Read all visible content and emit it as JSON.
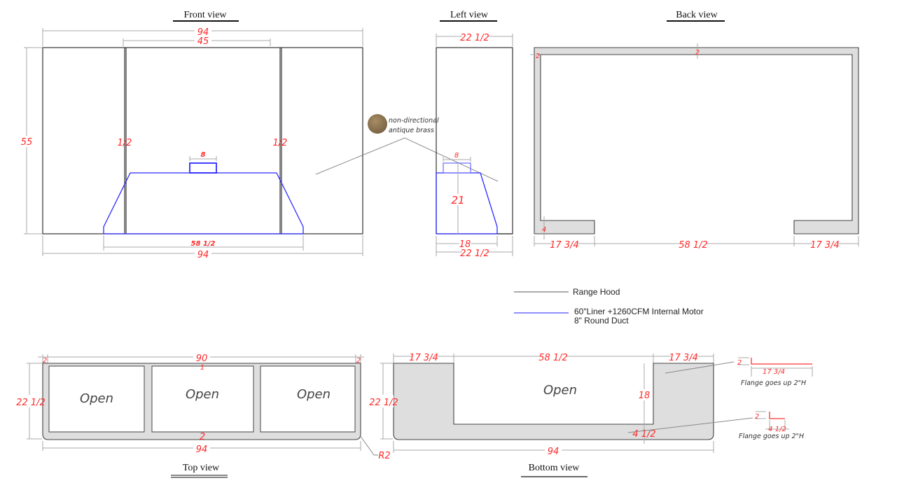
{
  "views": {
    "front": {
      "title": "Front view",
      "dims": {
        "overall_width_top": "94",
        "center_width": "45",
        "height": "55",
        "left_gap": "1/2",
        "right_gap": "1/2",
        "duct_width": "8",
        "liner_width": "58 1/2",
        "overall_width_bottom": "94"
      }
    },
    "left": {
      "title": "Left view",
      "dims": {
        "depth_top": "22 1/2",
        "duct_width": "8",
        "liner_height": "21",
        "liner_depth": "18",
        "depth_bottom": "22 1/2"
      }
    },
    "back": {
      "title": "Back view",
      "dims": {
        "side_thickness": "2",
        "top_thickness": "2",
        "bottom_flange_height": "4",
        "left_flange": "17 3/4",
        "center_opening": "58 1/2",
        "right_flange": "17 3/4"
      }
    },
    "top": {
      "title": "Top view",
      "dims": {
        "left_edge": "2",
        "inner_width": "90",
        "right_edge": "2",
        "depth": "22 1/2",
        "front_edge": "2",
        "overall_width": "94",
        "corner_radius": "R2"
      },
      "openings": [
        "Open",
        "Open",
        "Open"
      ]
    },
    "bottom": {
      "title": "Bottom view",
      "dims": {
        "left_panel": "17 3/4",
        "center_opening": "58 1/2",
        "right_panel": "17 3/4",
        "depth": "22 1/2",
        "opening_depth": "18",
        "front_strip": "4 1/2",
        "overall_width": "94"
      },
      "opening_label": "Open"
    }
  },
  "finish_note": {
    "line1": "non-directional",
    "line2": "antique brass",
    "swatch_color": "#8f7550"
  },
  "legend": {
    "items": [
      {
        "label": "Range Hood",
        "color": "#555555"
      },
      {
        "label_line1": "60\"Liner +1260CFM Internal Motor",
        "label_line2": "8\" Round Duct",
        "color": "#3a3aff"
      }
    ]
  },
  "flange_details": [
    {
      "height": "2",
      "length": "17 3/4",
      "caption": "Flange goes up 2\"H"
    },
    {
      "height": "2",
      "length": "4 1/2",
      "caption": "Flange goes up 2\"H"
    }
  ],
  "colors": {
    "dimension_text": "#ff2a2a",
    "liner_outline": "#2b2bff",
    "panel_fill": "#dedede"
  }
}
